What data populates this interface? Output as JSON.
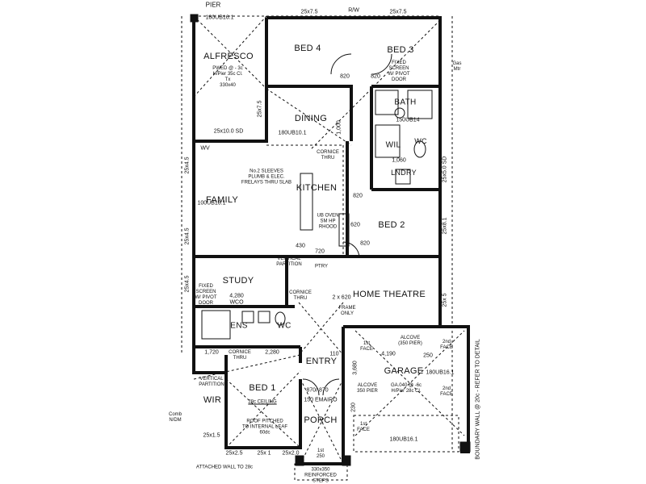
{
  "rooms": {
    "alfresco": "ALFRESCO",
    "bed4": "BED 4",
    "bed3": "BED 3",
    "dining": "DINING",
    "bath": "BATH",
    "wil": "WIL",
    "wc_upper": "WC",
    "lndry": "LNDRY",
    "kitchen": "KITCHEN",
    "family": "FAMILY",
    "bed2": "BED 2",
    "study": "STUDY",
    "home_theatre": "HOME THEATRE",
    "ens": "ENS",
    "wc_lower": "WC",
    "entry": "ENTRY",
    "garage": "GARAGE",
    "bed1": "BED 1",
    "wir": "WIR",
    "porch": "PORCH"
  },
  "notes": {
    "pier": "PIER",
    "alfresco_spec": "PWED @ - 3c\nH/Pier 35c Cl.\nTx\n330x40",
    "bed3_screen": "FIXED\nSCREEN\nW/ PIVOT\nDOOR",
    "study_screen": "FIXED\nSCREEN\nW/ PIVOT\nDOOR",
    "sleeves": "No.2 SLEEVES\nPLUMB & ELEC.\nFRELAYS THRU SLAB",
    "cornice_upper": "CORNICE\nTHRU",
    "cornice_mid": "CORNICE\nTHRU",
    "cornice_lower": "CORNICE\nTHRU",
    "vertical_partition": "VERTICAL\nPARTITION",
    "vertical_partition_wir": "VERTICAL\nPARTITION",
    "ptry": "PTRY",
    "frame_only": "FRAME\nONLY",
    "oven": "UB OVEN\nSM HP\nRHOOD",
    "ceiling": "28c CEILING",
    "roof": "ROOF PITCHED\nTO INTERNAL LEAF\n60dc",
    "attached_wall": "ATTACHED WALL TO 28c",
    "boundary_wall": "BOUNDARY WALL @ 20c - REFER TO DETAIL",
    "alcove_top": "ALCOVE\n(350 PIER)",
    "alcove_left": "ALCOVE\n350 PIER",
    "garage_spec": "GA.040 @ -6c\nH/Pier 28c Cl.",
    "first_face": "1st\nFACE",
    "second_face": "2nd\nFACE",
    "second_face_b": "2nd\nFACE",
    "first_face_b": "1st\nFACE",
    "gas": "Gas\nMtr",
    "comb": "Comb\nN/DM",
    "steps": "330x350\nREINFORCED\nSTEPS",
    "first_step": "1st\n250"
  },
  "dimensions": {
    "d1": "25x7.5",
    "d2": "25x7.5",
    "rw": "R/W",
    "d3": "25x10.0 SD",
    "d4": "180UB10.1",
    "d5": "25x7.5",
    "d6": "180UB16.1",
    "d7": "150UB14",
    "d8": "820",
    "d9": "820",
    "d10": "820",
    "d11": "620",
    "d12": "820",
    "d13": "720",
    "d14": "430",
    "d15": "2 x 620",
    "d16": "4,280",
    "d17": "WCO",
    "d18": "1,720",
    "d19": "2,280",
    "d20": "870/ 870",
    "d21": "150 EMAIRO",
    "d22": "4,190",
    "d23": "250",
    "d24": "180UB16.1",
    "d25": "180UB16.1",
    "d26": "25x2.5",
    "d27": "25x 1",
    "d28": "25x2.0",
    "d29": "25x1.5",
    "d30": "110",
    "d31": "3,680",
    "d32": "230",
    "d33": "1,060",
    "d34": "25x4.5",
    "d35": "25x4.5",
    "d36": "25x4.5",
    "d37": "25x5.0 SD",
    "d38": "25x8.1",
    "d39": "25x 5",
    "d40": "100UB16.1",
    "d41": "WV",
    "d42": "1,000"
  }
}
